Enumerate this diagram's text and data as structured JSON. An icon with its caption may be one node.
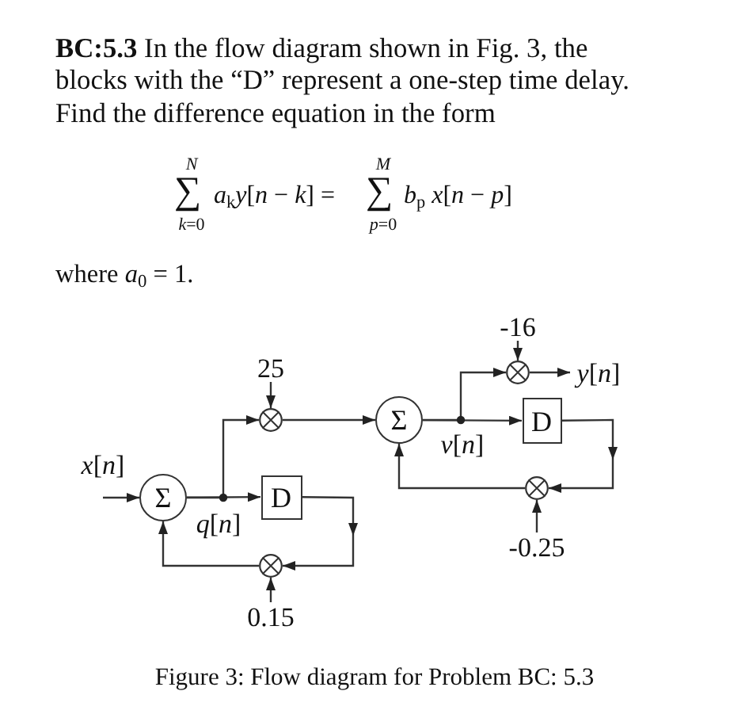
{
  "diagram": {
    "caption": "Figure 3: Flow diagram for Problem BC: 5.3",
    "nodes": [
      {
        "text": [
          "Σ"
        ]
      },
      {
        "text": [
          "D"
        ]
      },
      {
        "text": [],
        "shape": "circle"
      },
      {
        "text": [
          "25"
        ]
      },
      {
        "text": [],
        "shape": "circle"
      },
      {
        "text": [
          "0.15"
        ]
      },
      {
        "text": [
          "Σ"
        ]
      },
      {
        "text": [
          "D"
        ]
      },
      {
        "text": [],
        "shape": "circle"
      },
      {
        "text": [
          "-16"
        ]
      },
      {
        "text": [
          "*y*[*n*]"
        ]
      },
      {
        "text": [],
        "shape": "circle"
      },
      {
        "text": [
          "-0.25"
        ]
      }
    ],
    "edges": [
      {
        "from": null,
        "to": 0,
        "arrow": "to"
      },
      {
        "from": 0,
        "to": 1,
        "arrow": "to"
      },
      {
        "from": 0,
        "to": 2,
        "arrow": "to"
      },
      {
        "from": 3,
        "to": 2,
        "arrow": "to"
      },
      {
        "from": 2,
        "to": 6,
        "arrow": "to"
      },
      {
        "from": 1,
        "to": 4,
        "arrow": "to"
      },
      {
        "from": 5,
        "to": 4,
        "arrow": "to"
      },
      {
        "from": 4,
        "to": 0,
        "arrow": "to"
      },
      {
        "from": 6,
        "to": 7,
        "arrow": "to"
      },
      {
        "from": 6,
        "to": 8,
        "arrow": "to"
      },
      {
        "from": 9,
        "to": 8,
        "arrow": "to"
      },
      {
        "from": 8,
        "to": 10,
        "arrow": "to"
      },
      {
        "from": 7,
        "to": 11,
        "arrow": "to"
      },
      {
        "from": 12,
        "to": 11,
        "arrow": "to"
      },
      {
        "from": 11,
        "to": 6,
        "arrow": "to"
      }
    ],
    "labels": [
      "**BC:5.3** In the flow diagram shown in Fig. 3, the blocks with the “D” represent a one-step time delay. Find the difference equation in the form",
      "*N*",
      "*M*",
      "∑",
      "*a*$_{k}$*y*[*n* − *k*] =",
      "∑",
      "*b*$_{p}$ *x*[*n* − *p*]",
      "*k*=0",
      "*p*=0",
      "where *a*$_{0}$ = 1.",
      "*x*[*n*]",
      "*q*[*n*]",
      "*v*[*n*]"
    ]
  }
}
